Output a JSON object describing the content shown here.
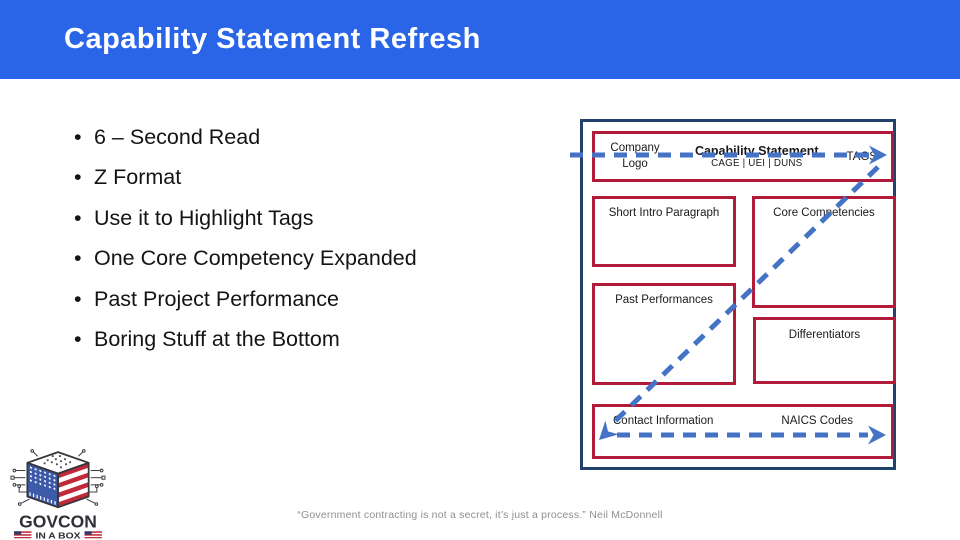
{
  "slide": {
    "title": "Capability Statement Refresh",
    "bullets": [
      "6 – Second Read",
      "Z Format",
      "Use it to Highlight Tags",
      "One Core Competency Expanded",
      "Past Project Performance",
      "Boring Stuff at the Bottom"
    ],
    "quote": "“Government contracting is not a secret, it’s just a process.” Neil McDonnell"
  },
  "diagram": {
    "header": {
      "company_logo": "Company Logo",
      "title": "Capability Statement",
      "identifiers": "CAGE | UEI | DUNS",
      "tags": "TAGS"
    },
    "boxes": {
      "short_intro": "Short Intro Paragraph",
      "core_competencies": "Core Competencies",
      "past_performances": "Past Performances",
      "differentiators": "Differentiators"
    },
    "footer": {
      "contact": "Contact Information",
      "naics": "NAICS Codes"
    }
  },
  "logo": {
    "name": "GOVCON",
    "tagline": "IN A BOX"
  },
  "colors": {
    "header_bar": "#2A65E8",
    "diagram_outline": "#23426B",
    "diagram_box_border": "#B11A38",
    "arrow": "#4472C4",
    "quote_text": "#8F8F8F"
  }
}
